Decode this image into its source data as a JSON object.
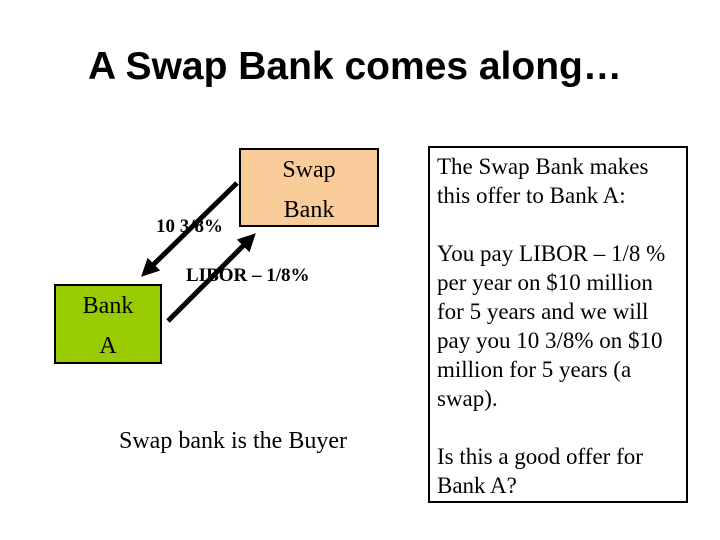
{
  "slide": {
    "title": "A Swap Bank comes along…",
    "diagram": {
      "swap_bank_box": {
        "line1": "Swap",
        "line2": "Bank"
      },
      "bank_a_box": {
        "line1": "Bank",
        "line2": "A"
      },
      "rate_swap_to_bank_a": "10 3/8%",
      "rate_bank_a_to_swap": "LIBOR – 1/8%",
      "caption": "Swap bank is the Buyer"
    },
    "offer_box": {
      "intro": "The Swap Bank makes this offer to Bank A:",
      "offer": "You pay LIBOR – 1/8 % per year on $10 million for 5 years and we will pay you 10 3/8% on $10 million for 5 years (a swap).",
      "question": "Is this a good offer for Bank A?"
    },
    "colors": {
      "swap_bank_fill": "#FACC99",
      "bank_a_fill": "#99CC00",
      "arrow": "#000000",
      "text": "#000000",
      "background": "#FFFFFF"
    }
  }
}
